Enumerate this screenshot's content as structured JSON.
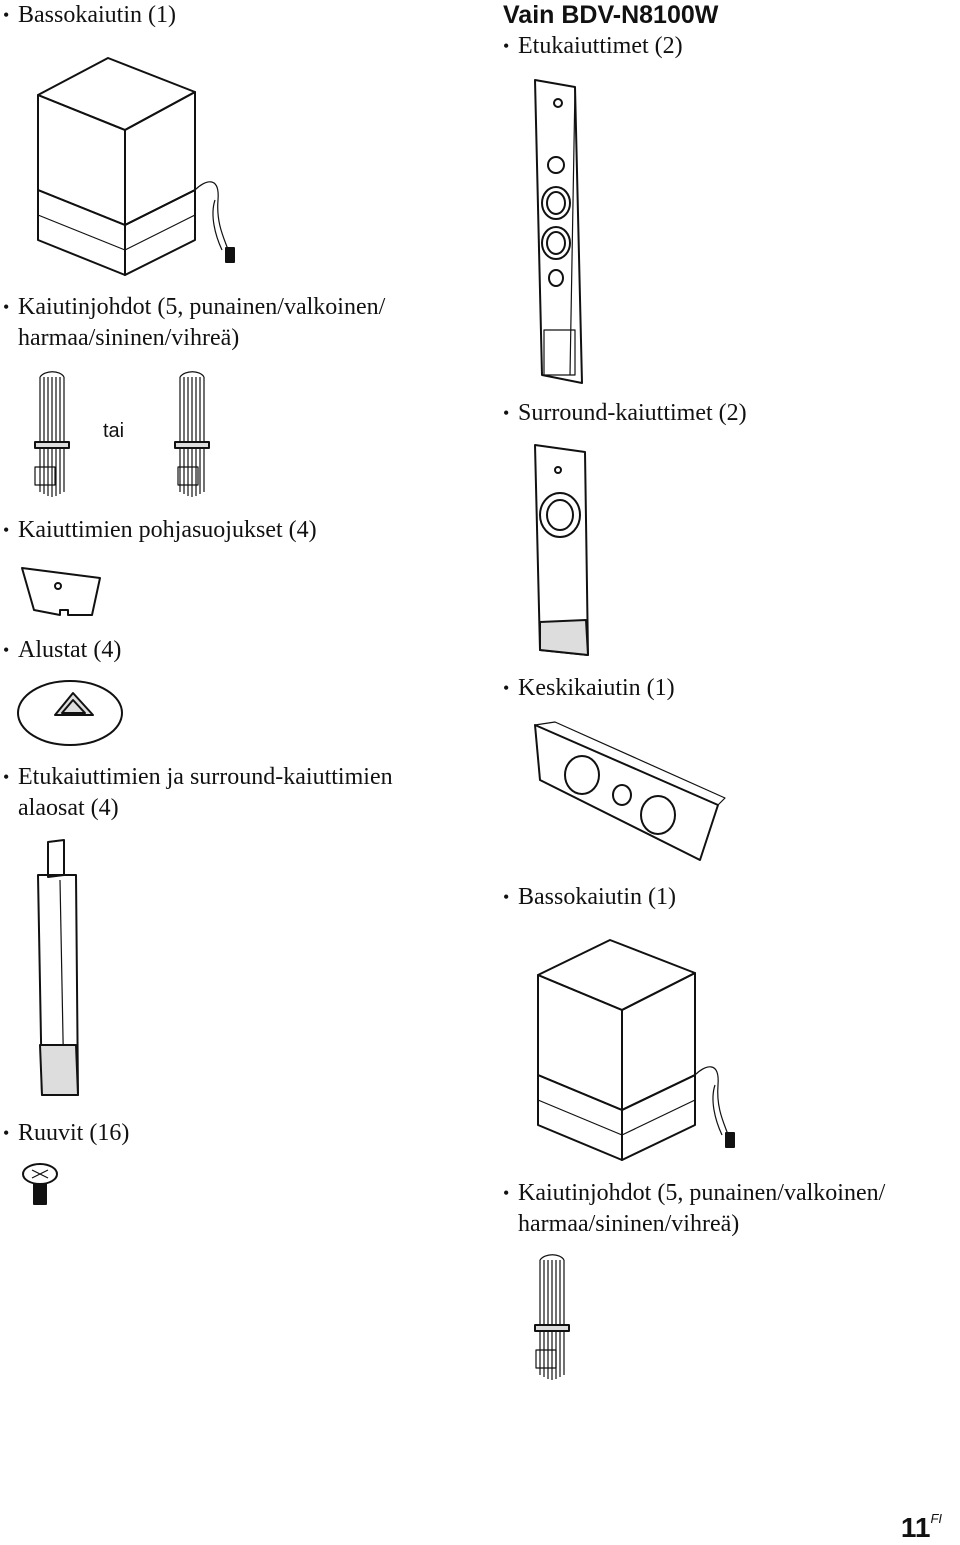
{
  "left": {
    "subwoofer": "Bassokaiutin (1)",
    "cables_line1": "Kaiutinjohdot (5, punainen/valkoinen/",
    "cables_line2": "harmaa/sininen/vihreä)",
    "or": "tai",
    "covers": "Kaiuttimien pohjasuojukset (4)",
    "bases": "Alustat (4)",
    "lower_line1": "Etukaiuttimien ja surround-kaiuttimien",
    "lower_line2": "alaosat (4)",
    "screws": "Ruuvit (16)"
  },
  "right": {
    "heading": "Vain BDV-N8100W",
    "front": "Etukaiuttimet (2)",
    "surround": "Surround-kaiuttimet (2)",
    "center": "Keskikaiutin (1)",
    "subwoofer": "Bassokaiutin (1)",
    "cables_line1": "Kaiutinjohdot (5, punainen/valkoinen/",
    "cables_line2": "harmaa/sininen/vihreä)"
  },
  "page": {
    "number": "11",
    "lang": "FI"
  }
}
